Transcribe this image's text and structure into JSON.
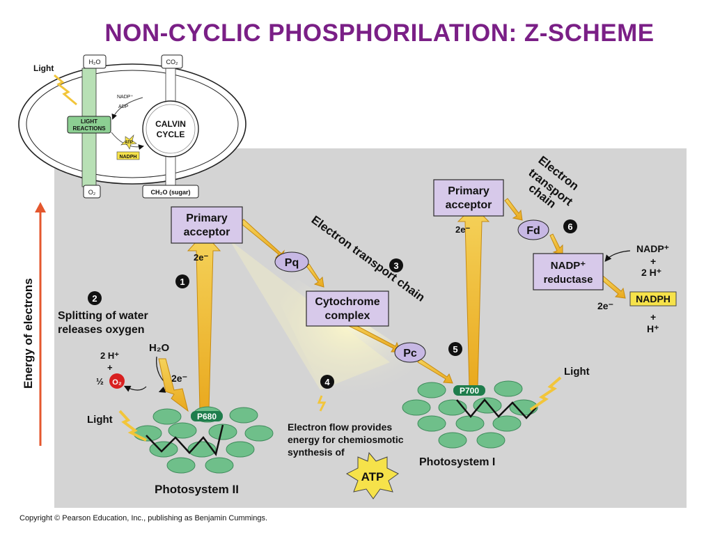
{
  "title": "NON-CYCLIC PHOSPHORILATION: Z-SCHEME",
  "inset": {
    "light": "Light",
    "h2o": "H₂O",
    "co2": "CO₂",
    "o2": "O₂",
    "sugar": "CH₂O (sugar)",
    "nadp_plus": "NADP⁺",
    "adp": "ADP",
    "atp": "ATP",
    "nadph": "NADPH",
    "light_reactions_1": "LIGHT",
    "light_reactions_2": "REACTIONS",
    "calvin_1": "CALVIN",
    "calvin_2": "CYCLE"
  },
  "axis_label": "Energy of electrons",
  "boxes": {
    "primary_acceptor_ps2_1": "Primary",
    "primary_acceptor_ps2_2": "acceptor",
    "primary_acceptor_ps1_1": "Primary",
    "primary_acceptor_ps1_2": "acceptor",
    "cytochrome_1": "Cytochrome",
    "cytochrome_2": "complex",
    "nadp_reductase_1": "NADP⁺",
    "nadp_reductase_2": "reductase"
  },
  "carriers": {
    "pq": "Pq",
    "pc": "Pc",
    "fd": "Fd"
  },
  "reaction_centers": {
    "p680": "P680",
    "p700": "P700"
  },
  "etc_label_1": "Electron transport chain",
  "etc_label_2_line1": "Electron",
  "etc_label_2_line2": "transport",
  "etc_label_2_line3": "chain",
  "steps": {
    "s1": "1",
    "s2": "2",
    "s3": "3",
    "s4": "4",
    "s5": "5",
    "s6": "6"
  },
  "step2_text_1": "Splitting of water",
  "step2_text_2": "releases oxygen",
  "water_split": {
    "h_ions": "2 H⁺",
    "plus": "+",
    "half": "½",
    "o2": "O₂",
    "h2o": "H₂O",
    "two_e": "2e⁻"
  },
  "two_e_ps2": "2e⁻",
  "two_e_ps1": "2e⁻",
  "two_e_nadph": "2e⁻",
  "light_ps2": "Light",
  "light_ps1": "Light",
  "step4_text_1": "Electron flow provides",
  "step4_text_2": "energy for chemiosmotic",
  "step4_text_3": "synthesis of",
  "atp": "ATP",
  "photosystem2": "Photosystem II",
  "photosystem1": "Photosystem I",
  "nadp_input": {
    "nadp": "NADP⁺",
    "plus": "+",
    "h": "2 H⁺"
  },
  "nadph": "NADPH",
  "nadph_plus": "+",
  "nadph_h": "H⁺",
  "copyright": "Copyright © Pearson Education, Inc., publishing as Benjamin Cummings.",
  "colors": {
    "title": "#7a1f86",
    "panel": "#d4d4d4",
    "box": "#d7c9ea",
    "arrow": "#f2c53a",
    "thylakoid": "#6fbf8a",
    "reaction_center": "#1e7d4c",
    "o2_badge": "#d82020",
    "axis_arrow": "#e4572e",
    "nadph_box": "#f6e24a"
  }
}
